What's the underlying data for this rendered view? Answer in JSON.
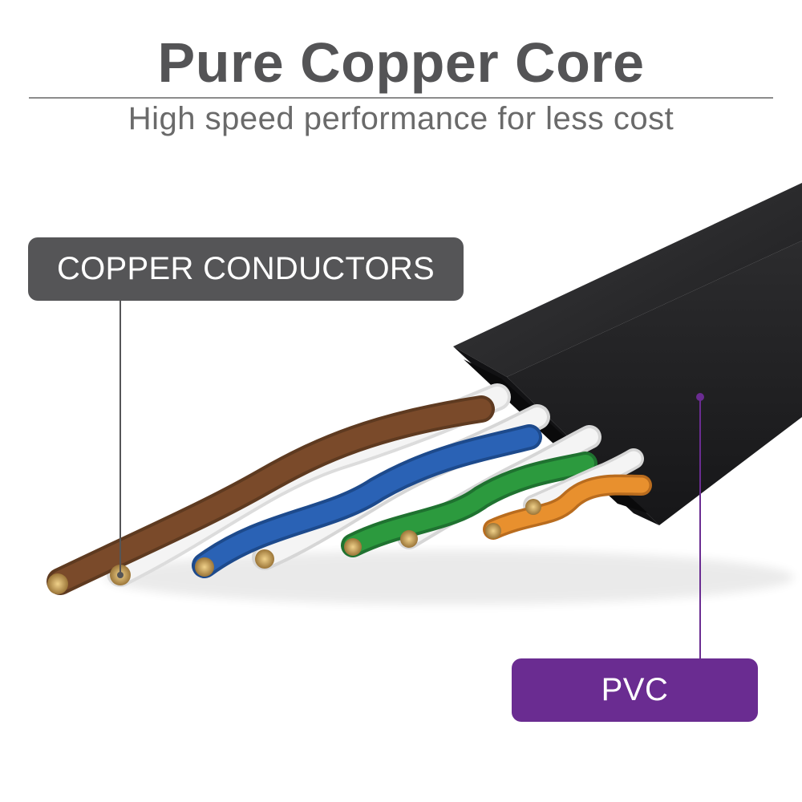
{
  "heading": {
    "title": "Pure Copper Core",
    "subtitle": "High  speed performance for less cost"
  },
  "callouts": {
    "conductors_label": "COPPER CONDUCTORS",
    "jacket_label": "PVC"
  },
  "colors": {
    "title_text": "#545456",
    "conductors_box": "#555557",
    "pvc_box": "#6a2c91",
    "jacket": "#2a2a2c",
    "wire_brown": "#7a4a2a",
    "wire_blue": "#2a62b5",
    "wire_green": "#2c9a3e",
    "wire_orange": "#e8902e",
    "wire_white": "#f2f2f2",
    "copper": "#c89a4a"
  },
  "icons": {
    "cable": "flat-ethernet-cable-illustration"
  }
}
